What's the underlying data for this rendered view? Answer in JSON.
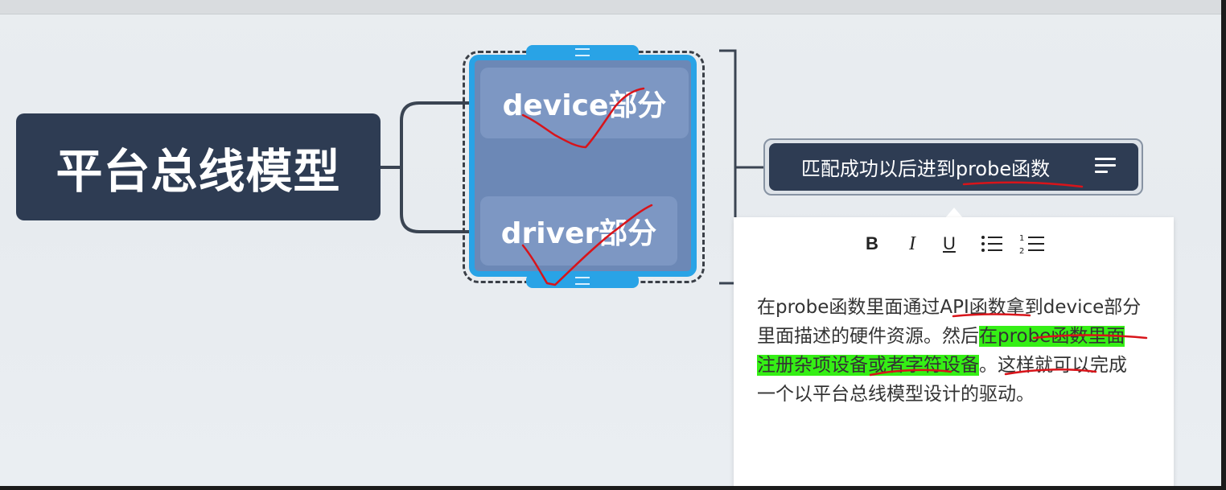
{
  "mindmap": {
    "root_topic": "平台总线模型",
    "subtopics": [
      {
        "label": "device部分"
      },
      {
        "label": "driver部分"
      }
    ],
    "summary_topic": "匹配成功以后进到probe函数"
  },
  "icons": {
    "grip": "drag-handle-icon",
    "notes": "notes-icon",
    "bullet_list": "bullet-list-icon",
    "numbered_list": "numbered-list-icon"
  },
  "note_editor": {
    "toolbar": {
      "bold": "B",
      "italic": "I",
      "underline": "U"
    },
    "text": {
      "part1": "在probe函数里面通过API函数拿到device部分里面描述的硬件资源。然后",
      "highlight": "在probe函数里面注册杂项设备或者字符设备",
      "part2": "。这样就可以完成一个以平台总线模型设计的驱动。"
    }
  },
  "colors": {
    "topic_dark": "#2e3c53",
    "subtopic": "#7d97c3",
    "selection_blue": "#29a3e6",
    "highlight_green": "#35ef15",
    "ink_red": "#d8141a"
  }
}
